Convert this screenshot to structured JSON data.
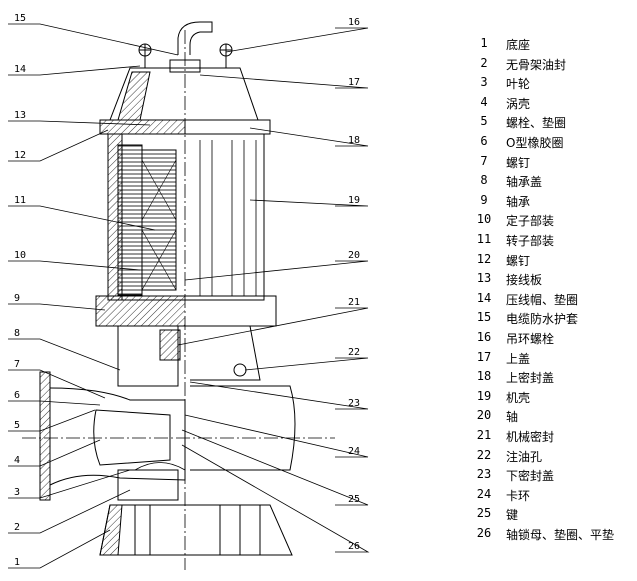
{
  "diagram": {
    "left_callouts": [
      "15",
      "14",
      "13",
      "12",
      "11",
      "10",
      "9",
      "8",
      "7",
      "6",
      "5",
      "4",
      "3",
      "2",
      "1"
    ],
    "right_callouts": [
      "16",
      "17",
      "18",
      "19",
      "20",
      "21",
      "22",
      "23",
      "24",
      "25",
      "26"
    ],
    "line_color": "#000000"
  },
  "legend": {
    "items": [
      {
        "num": "1",
        "label": "底座"
      },
      {
        "num": "2",
        "label": "无骨架油封"
      },
      {
        "num": "3",
        "label": "叶轮"
      },
      {
        "num": "4",
        "label": "涡壳"
      },
      {
        "num": "5",
        "label": "螺栓、垫圈"
      },
      {
        "num": "6",
        "label": "O型橡胶圈"
      },
      {
        "num": "7",
        "label": "螺钉"
      },
      {
        "num": "8",
        "label": "轴承盖"
      },
      {
        "num": "9",
        "label": "轴承"
      },
      {
        "num": "10",
        "label": "定子部装"
      },
      {
        "num": "11",
        "label": "转子部装"
      },
      {
        "num": "12",
        "label": "螺钉"
      },
      {
        "num": "13",
        "label": "接线板"
      },
      {
        "num": "14",
        "label": "压线帽、垫圈"
      },
      {
        "num": "15",
        "label": "电缆防水护套"
      },
      {
        "num": "16",
        "label": "吊环螺栓"
      },
      {
        "num": "17",
        "label": "上盖"
      },
      {
        "num": "18",
        "label": "上密封盖"
      },
      {
        "num": "19",
        "label": "机壳"
      },
      {
        "num": "20",
        "label": "轴"
      },
      {
        "num": "21",
        "label": "机械密封"
      },
      {
        "num": "22",
        "label": "注油孔"
      },
      {
        "num": "23",
        "label": "下密封盖"
      },
      {
        "num": "24",
        "label": "卡环"
      },
      {
        "num": "25",
        "label": "键"
      },
      {
        "num": "26",
        "label": "轴锁母、垫圈、平垫"
      }
    ]
  }
}
